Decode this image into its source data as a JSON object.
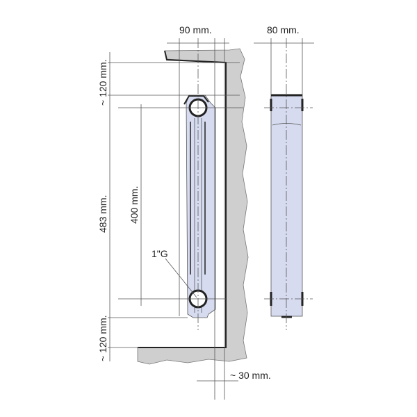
{
  "title": "Radiator installation dimensions",
  "labels": {
    "depth_side": "90 mm.",
    "depth_front": "80 mm.",
    "top_clearance": "~ 120 mm.",
    "height": "483 mm.",
    "center_distance": "400 mm.",
    "connection": "1\"G",
    "bottom_clearance": "~ 120 mm.",
    "wall_gap": "~ 30 mm."
  },
  "colors": {
    "radiator": "#d6dbef",
    "wall": "#cfcfcf",
    "outline": "#222222"
  }
}
